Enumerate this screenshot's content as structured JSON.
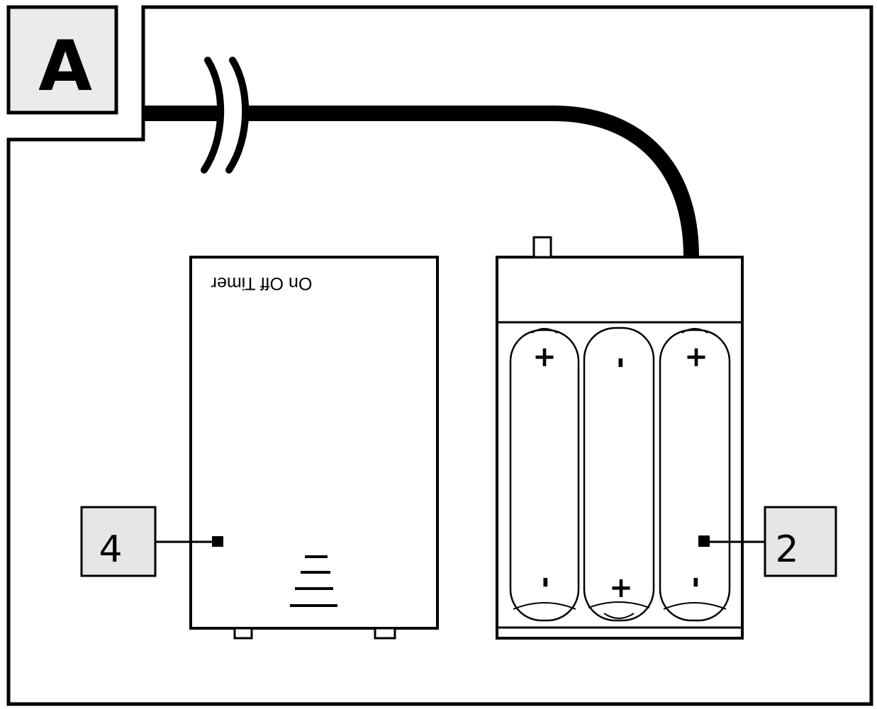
{
  "panel": {
    "label": "A"
  },
  "timer_unit": {
    "label": "On Off Timer"
  },
  "callouts": [
    {
      "id": "timer",
      "number": "4"
    },
    {
      "id": "battery-box",
      "number": "2"
    }
  ],
  "battery_box": {
    "cells": [
      {
        "top": "+",
        "bottom": "-"
      },
      {
        "top": "-",
        "bottom": "+"
      },
      {
        "top": "+",
        "bottom": "-"
      }
    ]
  },
  "colors": {
    "line": "#000000",
    "background": "#ffffff",
    "label_fill": "#e6e6e6"
  }
}
